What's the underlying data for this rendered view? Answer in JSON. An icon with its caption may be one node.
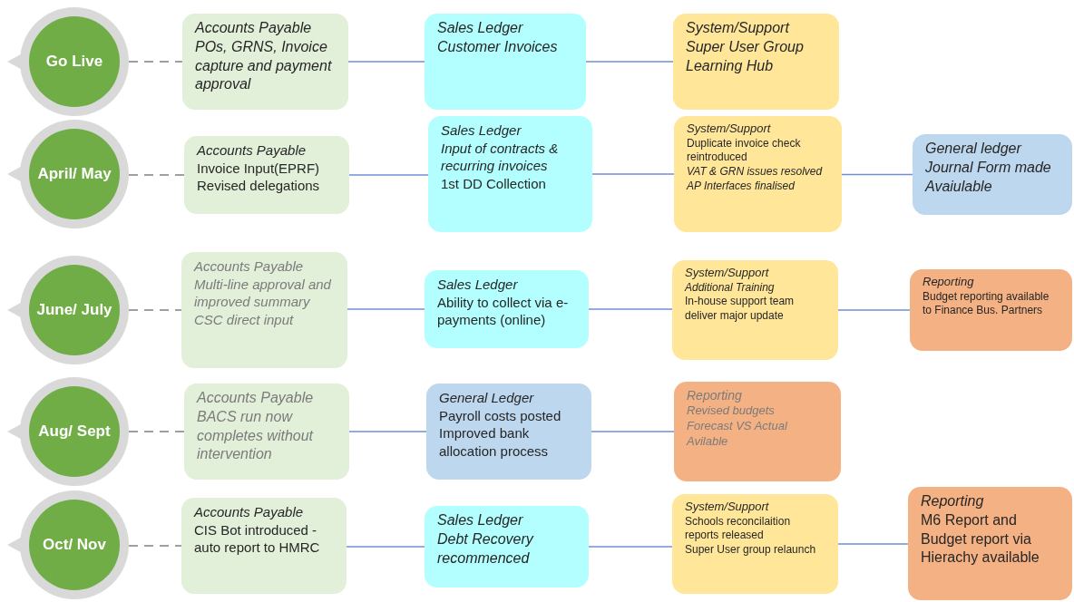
{
  "diagram": {
    "nodes": [
      {
        "text": [
          "Go Live"
        ]
      },
      {
        "text": [
          "Accounts Payable",
          "POs, GRNS, Invoice capture and payment approval"
        ]
      },
      {
        "text": [
          "Sales Ledger",
          "Customer Invoices"
        ]
      },
      {
        "text": [
          "System/Support",
          "Super User Group",
          "Learning Hub"
        ]
      },
      {
        "text": [
          "April/ May"
        ]
      },
      {
        "text": [
          "Accounts Payable",
          "Invoice Input(EPRF)",
          "Revised delegations"
        ]
      },
      {
        "text": [
          "Sales Ledger",
          "Input of contracts & recurring invoices",
          "1st DD Collection"
        ]
      },
      {
        "text": [
          "System/Support",
          "Duplicate invoice check reintroduced",
          "VAT & GRN issues resolved",
          "AP Interfaces finalised"
        ]
      },
      {
        "text": [
          "General ledger",
          "Journal Form made Avaiulable"
        ]
      },
      {
        "text": [
          "June/ July"
        ]
      },
      {
        "text": [
          "Accounts Payable",
          "Multi-line approval and improved summary",
          "CSC direct input"
        ]
      },
      {
        "text": [
          "Sales Ledger",
          "Ability to collect via e-payments (online)"
        ]
      },
      {
        "text": [
          "System/Support",
          "Additional Training",
          "In-house support team deliver major update"
        ]
      },
      {
        "text": [
          "Reporting",
          "Budget reporting available to Finance Bus. Partners"
        ]
      },
      {
        "text": [
          "Aug/ Sept"
        ]
      },
      {
        "text": [
          "Accounts Payable",
          "BACS run now completes without intervention"
        ]
      },
      {
        "text": [
          "General Ledger",
          "Payroll costs posted",
          "Improved bank allocation process"
        ]
      },
      {
        "text": [
          "Reporting",
          "Revised budgets",
          "Forecast VS Actual Avilable"
        ]
      },
      {
        "text": [
          "Oct/ Nov"
        ]
      },
      {
        "text": [
          "Accounts Payable",
          "CIS Bot introduced - auto report to HMRC"
        ]
      },
      {
        "text": [
          "Sales Ledger",
          "Debt Recovery recommenced"
        ]
      },
      {
        "text": [
          "System/Support",
          "Schools reconcilaition reports released",
          "Super User group relaunch"
        ]
      },
      {
        "text": [
          "Reporting",
          "M6 Report and Budget report via Hierachy available"
        ]
      }
    ],
    "edges": [
      {
        "from": 0,
        "to": 1,
        "arrow": "none",
        "style": "dashed",
        "color": "#808080"
      },
      {
        "from": 1,
        "to": 2,
        "arrow": "none"
      },
      {
        "from": 2,
        "to": 3,
        "arrow": "none"
      },
      {
        "from": 4,
        "to": 5,
        "arrow": "none",
        "style": "dashed",
        "color": "#808080"
      },
      {
        "from": 5,
        "to": 6,
        "arrow": "none"
      },
      {
        "from": 6,
        "to": 7,
        "arrow": "none"
      },
      {
        "from": 7,
        "to": 8,
        "arrow": "none"
      },
      {
        "from": 9,
        "to": 10,
        "arrow": "none",
        "style": "dashed",
        "color": "#808080"
      },
      {
        "from": 10,
        "to": 11,
        "arrow": "none"
      },
      {
        "from": 11,
        "to": 12,
        "arrow": "none"
      },
      {
        "from": 12,
        "to": 13,
        "arrow": "none"
      },
      {
        "from": 14,
        "to": 15,
        "arrow": "none",
        "style": "dashed",
        "color": "#808080"
      },
      {
        "from": 15,
        "to": 16,
        "arrow": "none"
      },
      {
        "from": 16,
        "to": 17,
        "arrow": "none"
      },
      {
        "from": 18,
        "to": 19,
        "arrow": "none",
        "style": "dashed",
        "color": "#808080"
      },
      {
        "from": 19,
        "to": 20,
        "arrow": "none"
      },
      {
        "from": 20,
        "to": 21,
        "arrow": "none"
      },
      {
        "from": 21,
        "to": 22,
        "arrow": "none"
      }
    ]
  }
}
